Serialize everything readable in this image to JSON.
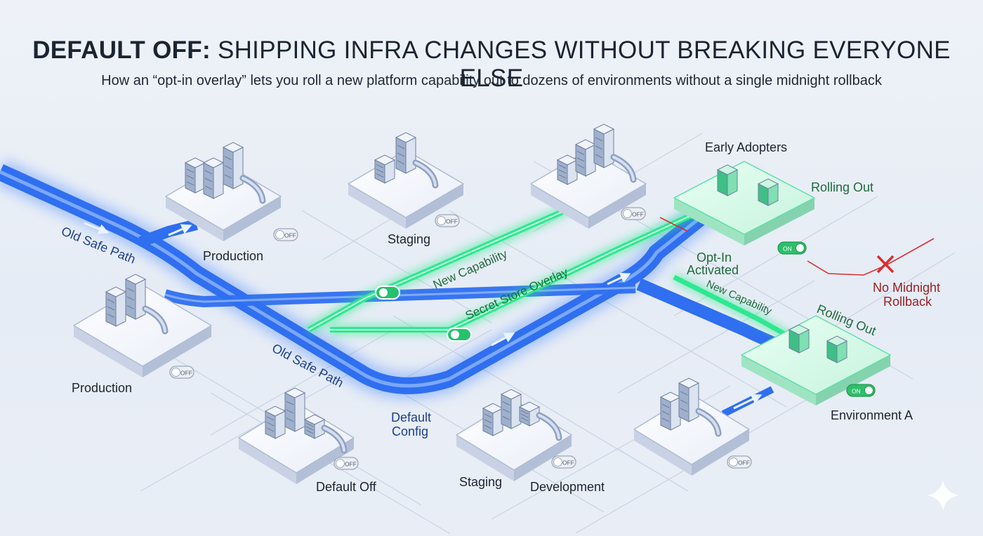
{
  "header": {
    "title_bold": "DEFAULT OFF:",
    "title_rest": " SHIPPING INFRA CHANGES WITHOUT BREAKING EVERYONE ELSE",
    "subtitle": "How an “opt-in overlay” lets you roll a new platform capability out to dozens of environments without a single midnight rollback"
  },
  "toggles": {
    "off": "OFF",
    "on": "ON"
  },
  "labels": {
    "production_top": "Production",
    "production_left": "Production",
    "staging_top": "Staging",
    "staging_bottom": "Staging",
    "development": "Development",
    "default_off": "Default Off",
    "default_config_1": "Default",
    "default_config_2": "Config",
    "early_adopters": "Early Adopters",
    "rolling_out_top": "Rolling Out",
    "rolling_out_bottom": "Rolling Out",
    "environment_a": "Environment A",
    "opt_in_1": "Opt-In",
    "opt_in_2": "Activated",
    "no_rollback_1": "No Midnight",
    "no_rollback_2": "Rollback"
  },
  "paths": {
    "old_safe_path_left": "Old Safe Path",
    "old_safe_path_mid": "Old Safe Path",
    "new_capability": "New Capability",
    "secret_store_overlay": "Secret Store Overlay",
    "new_capability_right": "New Capability"
  },
  "colors": {
    "blue_path": "#2f6ff0",
    "green_path": "#2ee88f",
    "text_dark": "#1b2433",
    "green_text": "#1f6b3c",
    "blue_text": "#1d3f8f",
    "red": "#d92f2f"
  }
}
